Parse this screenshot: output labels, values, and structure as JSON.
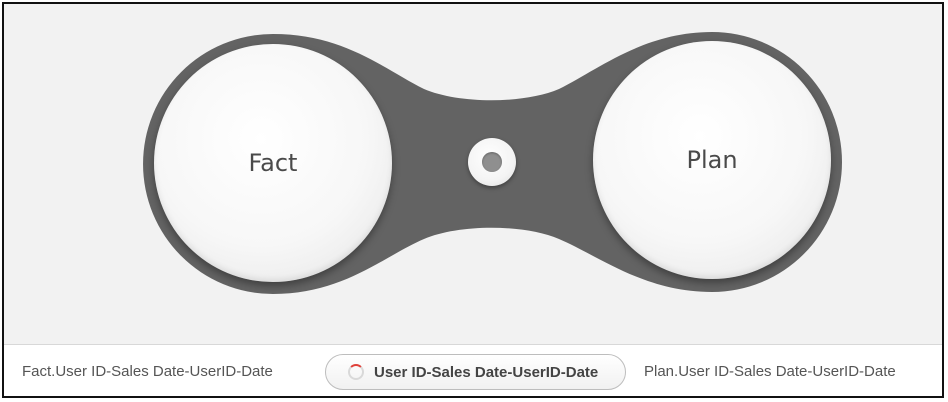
{
  "join": {
    "left_node_label": "Fact",
    "right_node_label": "Plan",
    "left_key": "Fact.User ID-Sales Date-UserID-Date",
    "right_key": "Plan.User ID-Sales Date-UserID-Date",
    "join_button_label": "User ID-Sales Date-UserID-Date"
  },
  "colors": {
    "connector": "#636363",
    "canvas_background": "#f2f2f2",
    "spinner_accent": "#e0413a"
  },
  "icons": {
    "center_handle": "join-handle-icon",
    "button_status": "loading-spinner-icon"
  }
}
